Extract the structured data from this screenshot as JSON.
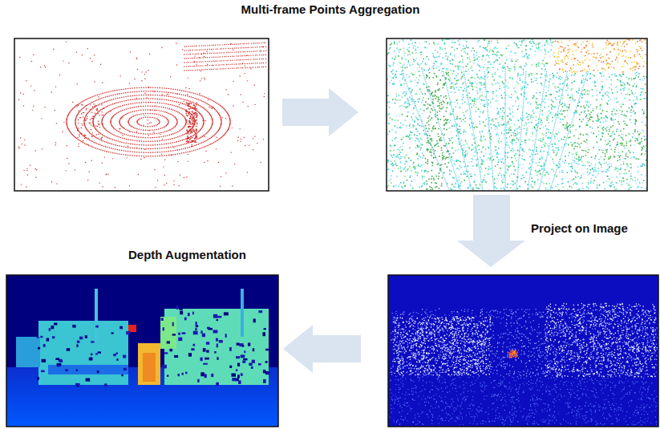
{
  "diagram": {
    "labels": [
      "Multi-frame Points Aggregation",
      "Project on Image",
      "Depth Augmentation"
    ]
  }
}
